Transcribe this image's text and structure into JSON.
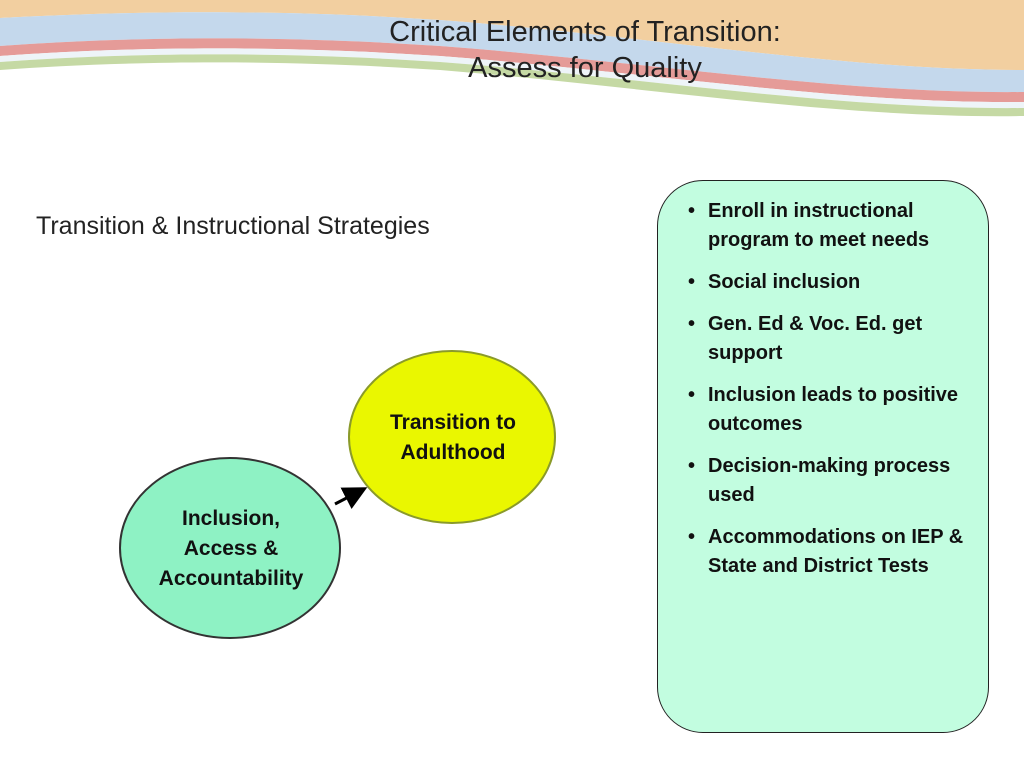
{
  "title": {
    "line1": "Critical Elements of Transition:",
    "line2": "Assess for Quality"
  },
  "subtitle": "Transition & Instructional Strategies",
  "nodes": {
    "inclusion": {
      "lines": [
        "Inclusion,",
        "Access &",
        "Accountability"
      ],
      "color": "#8ef2c4"
    },
    "transition": {
      "lines": [
        "Transition to",
        "Adulthood"
      ],
      "color": "#eaf700"
    }
  },
  "panel": {
    "color": "#c2fde0",
    "items": [
      "Enroll in instructional program to meet needs",
      "Social inclusion",
      "Gen. Ed & Voc. Ed. get support",
      "Inclusion leads to positive outcomes",
      "Decision-making process used",
      "Accommodations on IEP & State and District Tests"
    ]
  },
  "banner_colors": [
    "#f2cfa0",
    "#c4d8ec",
    "#e59b98",
    "#c5d9a4"
  ]
}
